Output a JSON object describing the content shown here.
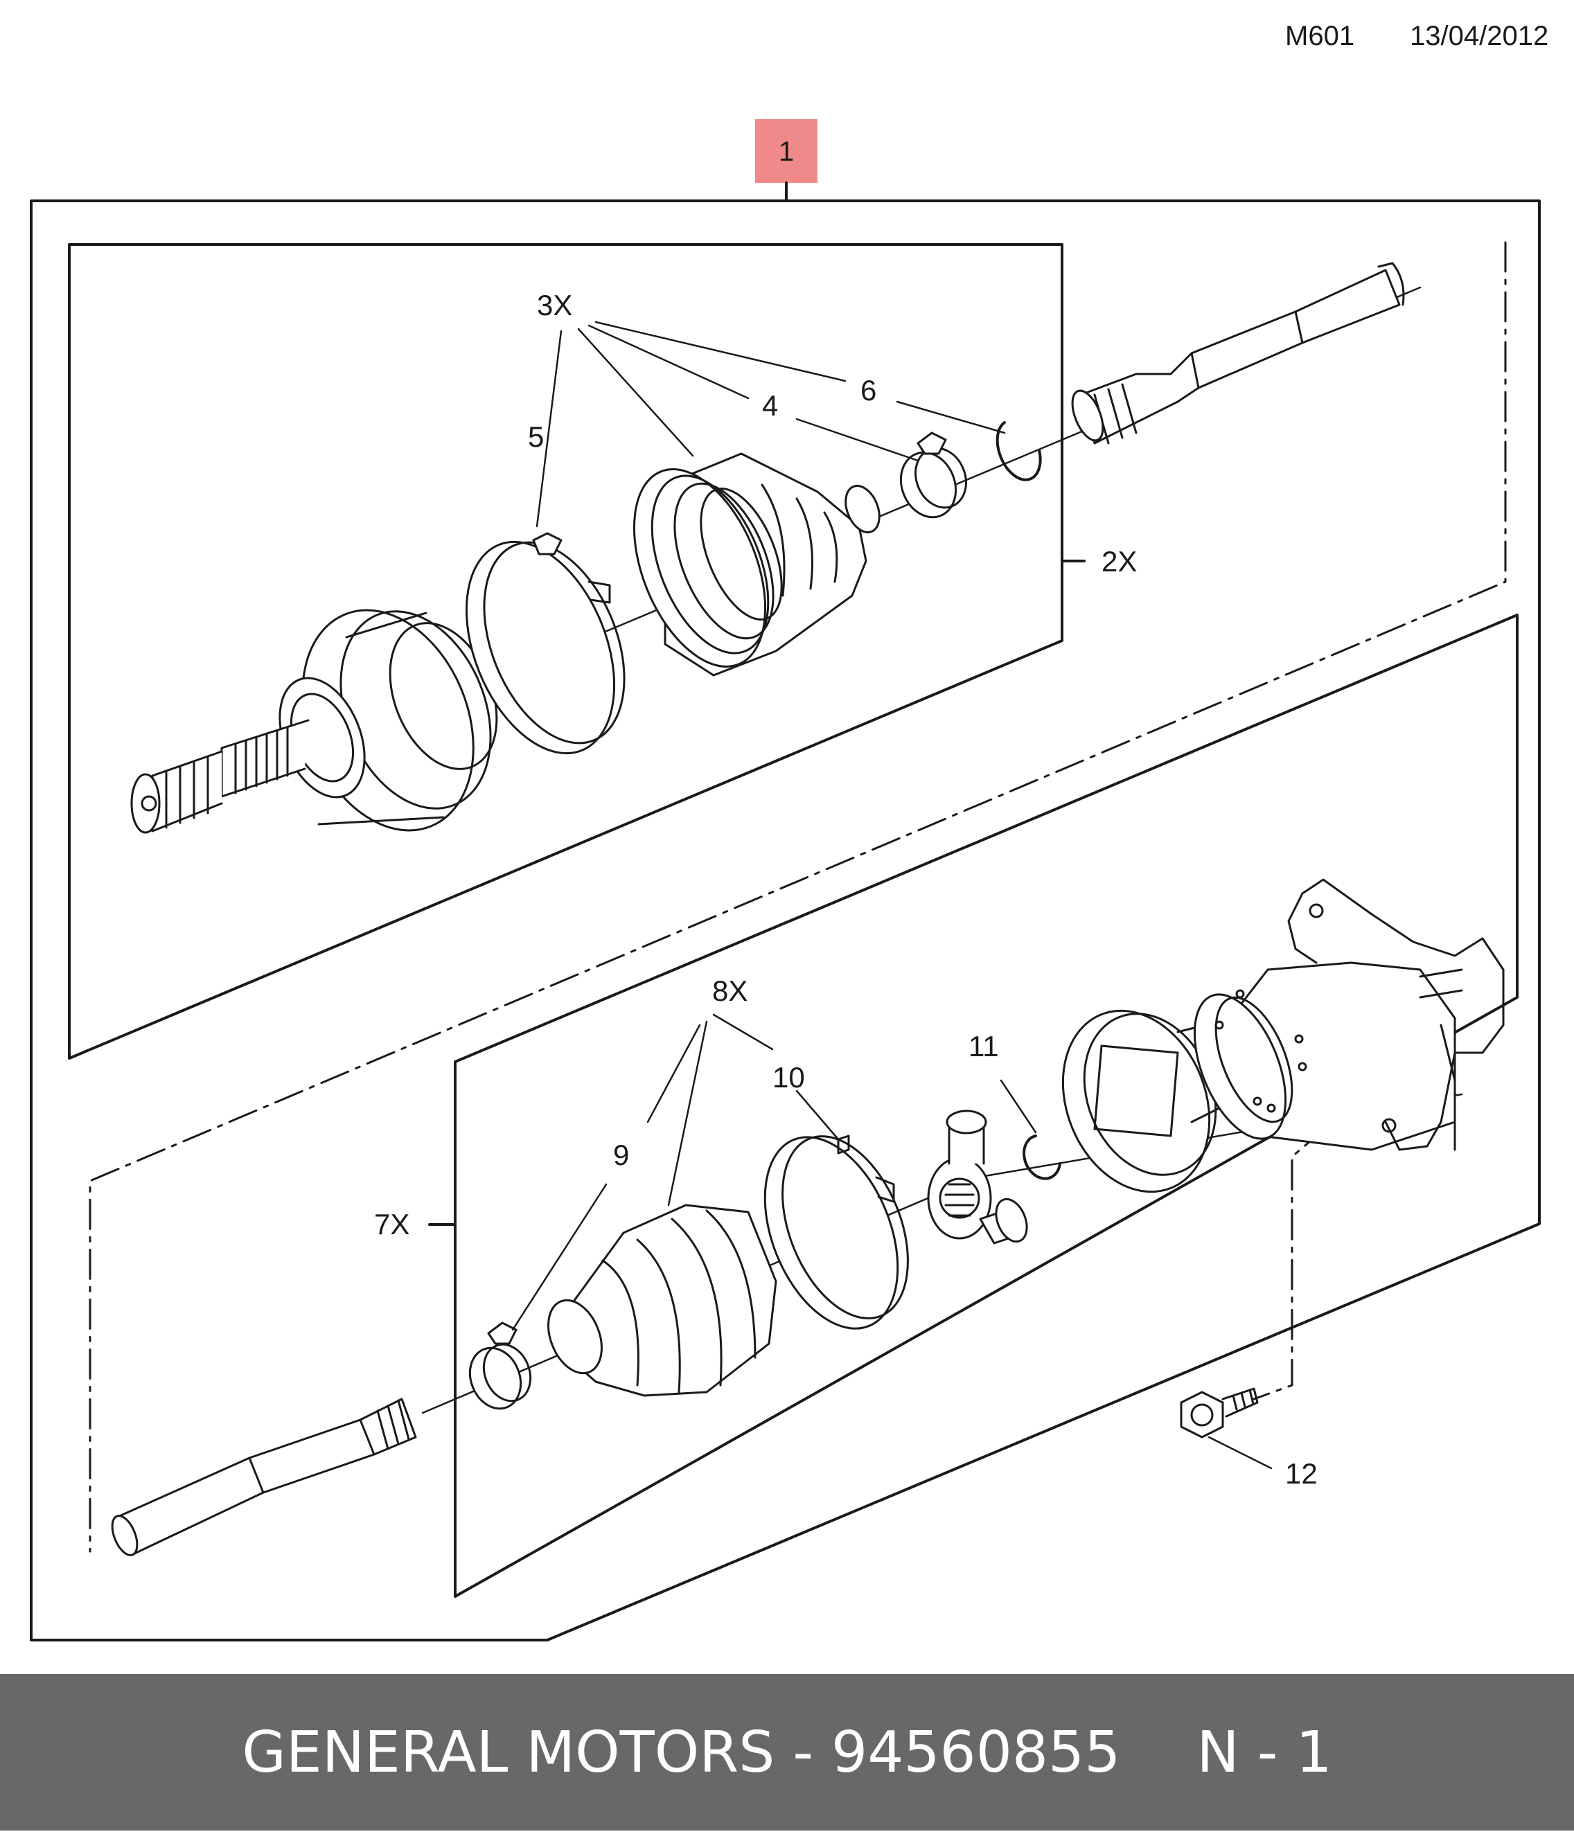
{
  "header": {
    "code": "M601",
    "date": "13/04/2012"
  },
  "colors": {
    "highlight": "#f08a8a",
    "line": "#1a1a1a",
    "footer_bg": "#686868",
    "footer_text": "#ffffff"
  },
  "callouts": {
    "c1": "1",
    "c2x": "2X",
    "c3x": "3X",
    "c4": "4",
    "c5": "5",
    "c6": "6",
    "c7x": "7X",
    "c8x": "8X",
    "c9": "9",
    "c10": "10",
    "c11": "11",
    "c12": "12"
  },
  "footer": {
    "brand_part": "GENERAL MOTORS - 94560855",
    "page": "N - 1"
  }
}
